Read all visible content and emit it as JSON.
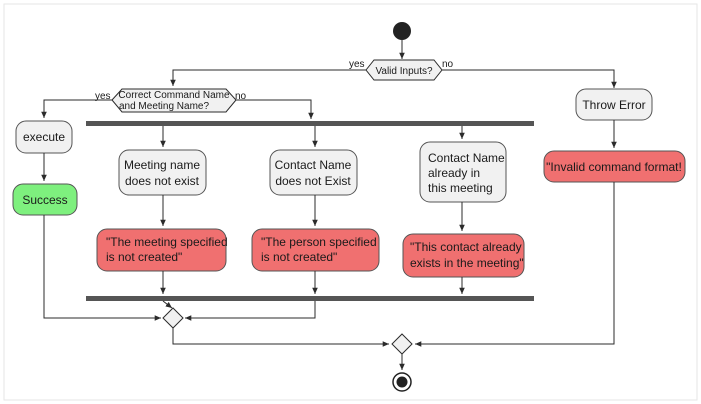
{
  "diagram": {
    "start_decision": {
      "label": "Valid Inputs?",
      "yes": "yes",
      "no": "no"
    },
    "inner_decision": {
      "line1": "Correct Command Name",
      "line2": "and Meeting Name?",
      "yes": "yes",
      "no": "no"
    },
    "execute": "execute",
    "success": "Success",
    "throw_error": "Throw Error",
    "invalid_format": "\"Invalid command format!",
    "branch1": {
      "check_line1": "Meeting name",
      "check_line2": "does not exist",
      "msg_line1": "\"The meeting specified",
      "msg_line2": "is not created\""
    },
    "branch2": {
      "check_line1": "Contact Name",
      "check_line2": "does not Exist",
      "msg_line1": "\"The person specified",
      "msg_line2": "is not created\""
    },
    "branch3": {
      "check_line1": "Contact Name",
      "check_line2": "already in",
      "check_line3": "this meeting",
      "msg_line1": "\"This contact already",
      "msg_line2": "exists in the meeting\""
    },
    "colors": {
      "activity_fill": "#f1f1f1",
      "error_fill": "#f07070",
      "success_fill": "#7ef07e",
      "bar": "#555555",
      "line": "#2b2b2b"
    }
  }
}
